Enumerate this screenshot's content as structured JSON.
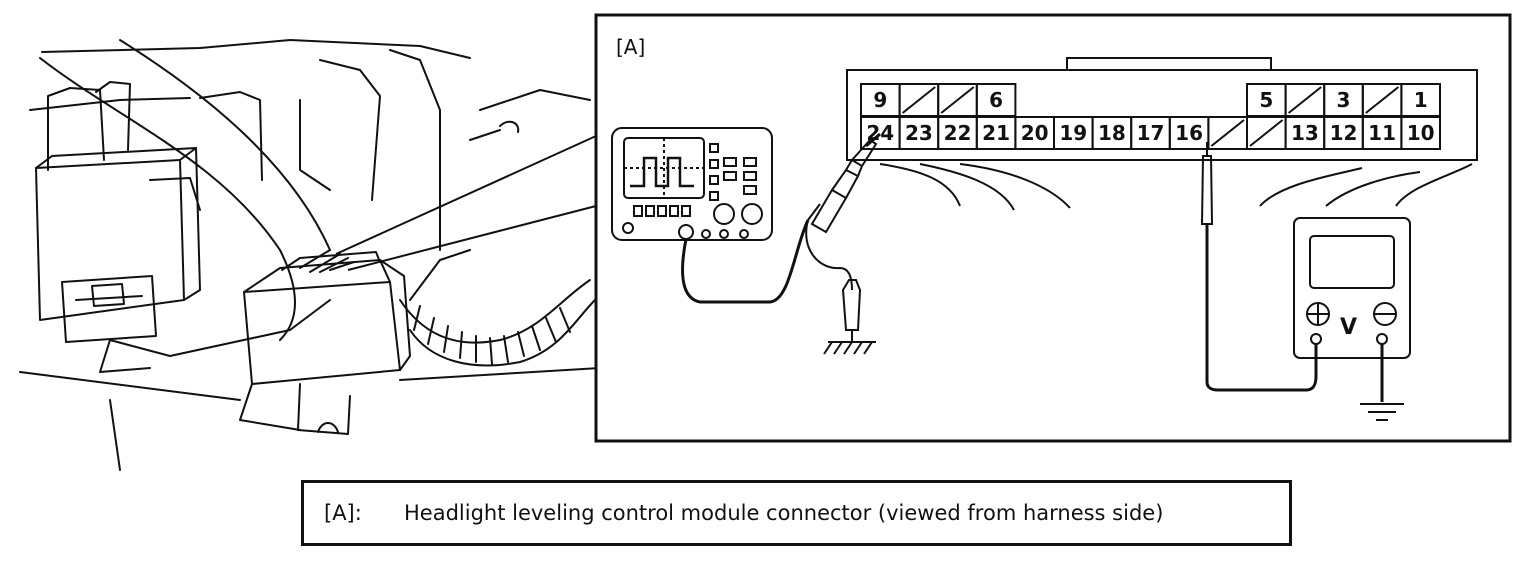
{
  "detail_label": "[A]",
  "connector": {
    "top_row": [
      "9",
      "",
      "",
      "6",
      "",
      "",
      "",
      "",
      "",
      "",
      "5",
      "",
      "3",
      "",
      "1"
    ],
    "bottom_row": [
      "24",
      "23",
      "22",
      "21",
      "20",
      "19",
      "18",
      "17",
      "16",
      "",
      "",
      "13",
      "12",
      "11",
      "10"
    ]
  },
  "voltmeter": {
    "unit": "V",
    "positive": "⊕",
    "negative": "⊖"
  },
  "caption": {
    "key": "[A]:",
    "text": "Headlight leveling control module connector (viewed from harness side)"
  }
}
